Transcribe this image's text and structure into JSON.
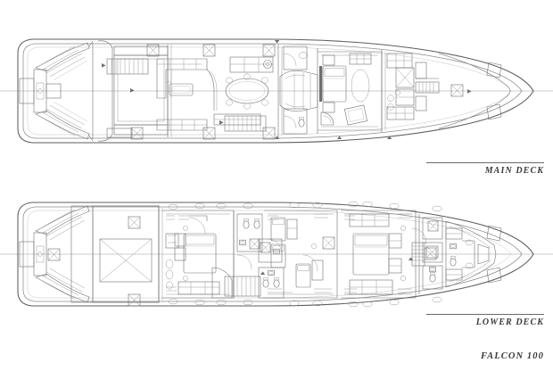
{
  "document": {
    "type": "yacht-general-arrangement-drawing",
    "model_title": "FALCON 100",
    "decks": [
      {
        "id": "main",
        "label": "MAIN DECK"
      },
      {
        "id": "lower",
        "label": "LOWER DECK"
      }
    ]
  },
  "labels": {
    "main_deck": "MAIN DECK",
    "lower_deck": "LOWER DECK",
    "model": "FALCON 100"
  },
  "colors": {
    "line": "#6f6f6f",
    "line_light": "#9a9a9a",
    "line_faint": "#bdbdbd",
    "hull": "#5e5e5e",
    "text": "#3a3a3a",
    "background": "#ffffff"
  },
  "main_deck": {
    "name": "MAIN DECK",
    "orientation": "bow-right",
    "features": [
      {
        "name": "swim-platform",
        "zone": "stern"
      },
      {
        "name": "transom-stairs-port",
        "zone": "stern"
      },
      {
        "name": "transom-stairs-starboard",
        "zone": "stern"
      },
      {
        "name": "aft-deck",
        "zone": "aft"
      },
      {
        "name": "aft-deck-hatch",
        "zone": "aft"
      },
      {
        "name": "salon-sofa-port",
        "zone": "salon"
      },
      {
        "name": "salon-sofa-starboard",
        "zone": "salon"
      },
      {
        "name": "coffee-table",
        "zone": "salon"
      },
      {
        "name": "dining-table",
        "zone": "dining",
        "seats": 6
      },
      {
        "name": "stairway-down-port",
        "zone": "midship"
      },
      {
        "name": "stairway-down-starboard",
        "zone": "midship"
      },
      {
        "name": "day-head",
        "zone": "midship"
      },
      {
        "name": "master-stateroom-bed",
        "zone": "forward"
      },
      {
        "name": "master-settee",
        "zone": "forward"
      },
      {
        "name": "galley-counter",
        "zone": "forward"
      },
      {
        "name": "galley-appliances",
        "zone": "forward"
      },
      {
        "name": "foredeck-hatch",
        "zone": "bow"
      },
      {
        "name": "anchor-locker",
        "zone": "bow"
      }
    ]
  },
  "lower_deck": {
    "name": "LOWER DECK",
    "orientation": "bow-right",
    "features": [
      {
        "name": "swim-platform",
        "zone": "stern"
      },
      {
        "name": "transom-stairs-port",
        "zone": "stern"
      },
      {
        "name": "transom-stairs-starboard",
        "zone": "stern"
      },
      {
        "name": "engine-room",
        "zone": "aft"
      },
      {
        "name": "engine-room-hatch",
        "zone": "aft"
      },
      {
        "name": "lazarette-hatch-port",
        "zone": "aft"
      },
      {
        "name": "lazarette-hatch-starboard",
        "zone": "aft"
      },
      {
        "name": "vip-cabin-bed",
        "zone": "aft-cabin"
      },
      {
        "name": "vip-head",
        "zone": "aft-cabin"
      },
      {
        "name": "vip-settee",
        "zone": "aft-cabin"
      },
      {
        "name": "companionway-stairs",
        "zone": "midship"
      },
      {
        "name": "twin-cabin-berth-upper",
        "zone": "midship"
      },
      {
        "name": "twin-cabin-berth-lower",
        "zone": "midship"
      },
      {
        "name": "guest-head-port",
        "zone": "midship"
      },
      {
        "name": "guest-head-starboard",
        "zone": "midship"
      },
      {
        "name": "master-cabin-bed",
        "zone": "forward"
      },
      {
        "name": "master-head",
        "zone": "forward"
      },
      {
        "name": "crew-berths",
        "zone": "bow"
      },
      {
        "name": "crew-head",
        "zone": "bow"
      },
      {
        "name": "chain-locker",
        "zone": "bow"
      },
      {
        "name": "hull-portholes",
        "zone": "sides"
      }
    ]
  }
}
